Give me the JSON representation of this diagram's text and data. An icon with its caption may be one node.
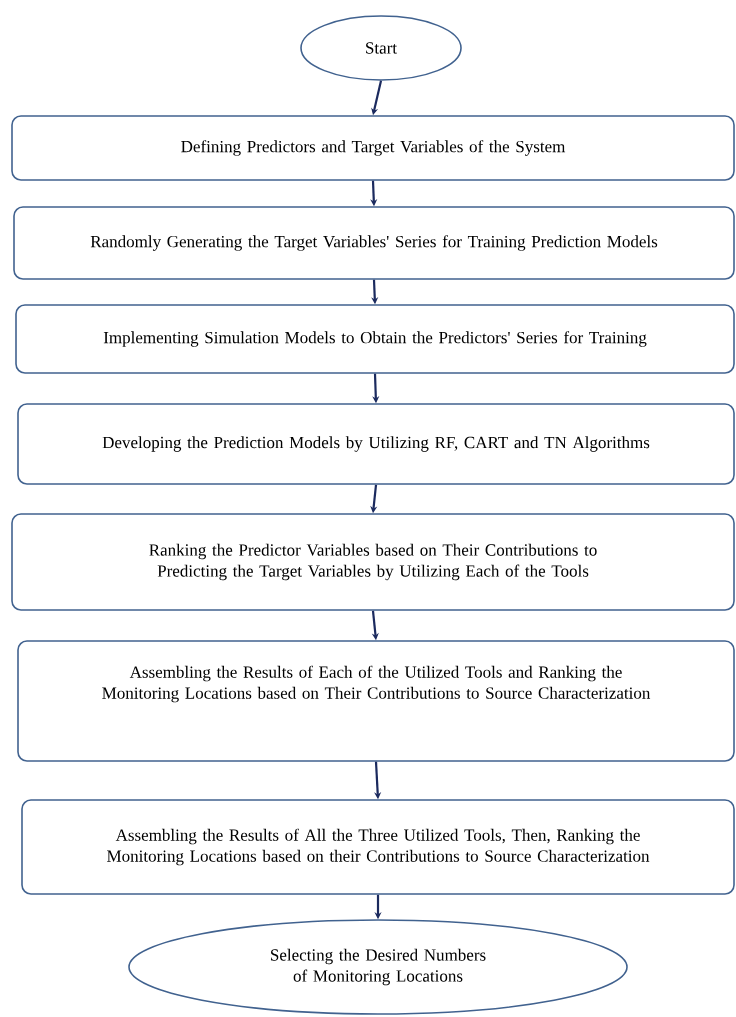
{
  "diagram": {
    "nodes": [
      {
        "text": [
          "Start"
        ]
      },
      {
        "text": [
          "Defining Predictors and Target Variables of the System"
        ]
      },
      {
        "text": [
          "Randomly Generating the Target Variables' Series for Training Prediction Models"
        ]
      },
      {
        "text": [
          "Implementing Simulation Models to Obtain the Predictors' Series for Training"
        ]
      },
      {
        "text": [
          "Developing the Prediction Models by Utilizing RF, CART and TN Algorithms"
        ]
      },
      {
        "text": [
          "Ranking the Predictor Variables based on Their Contributions to Predicting the Target Variables by Utilizing Each of the Tools"
        ]
      },
      {
        "text": [
          "Assembling the Results of Each of the Utilized Tools and Ranking the Monitoring Locations based on Their Contributions to Source Characterization"
        ]
      },
      {
        "text": [
          "Assembling the Results of All the Three Utilized Tools, Then, Ranking the Monitoring Locations based on their Contributions to Source Characterization"
        ]
      },
      {
        "text": [
          "Selecting the Desired Numbers of Monitoring Locations"
        ]
      }
    ],
    "edges": [
      {
        "from": 0,
        "to": 1,
        "arrow": "to"
      },
      {
        "from": 1,
        "to": 2,
        "arrow": "to"
      },
      {
        "from": 2,
        "to": 3,
        "arrow": "to"
      },
      {
        "from": 3,
        "to": 4,
        "arrow": "to"
      },
      {
        "from": 4,
        "to": 5,
        "arrow": "to"
      },
      {
        "from": 5,
        "to": 6,
        "arrow": "to"
      },
      {
        "from": 6,
        "to": 7,
        "arrow": "to"
      },
      {
        "from": 7,
        "to": 8,
        "arrow": "to"
      }
    ]
  }
}
